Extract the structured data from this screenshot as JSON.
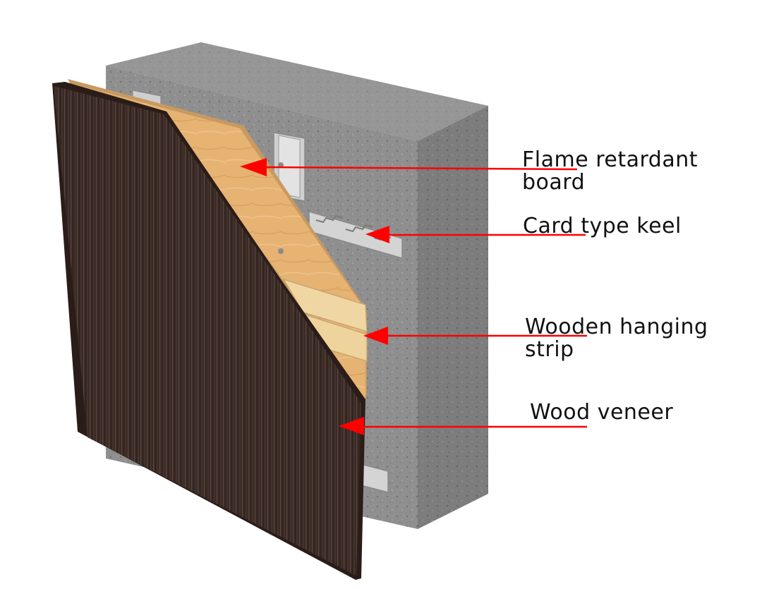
{
  "labels": {
    "flame_retardant_board": {
      "line1": "Flame retardant",
      "line2": "board"
    },
    "card_type_keel": "Card type keel",
    "wooden_hanging_strip": {
      "line1": "Wooden hanging",
      "line2": "strip"
    },
    "wood_veneer": "Wood veneer"
  },
  "colors": {
    "arrow": "#ff0000",
    "concrete": "#8e8e8e",
    "board": "#e7b474",
    "veneer": "#3b2c27",
    "keel": "#c9c9c9"
  }
}
